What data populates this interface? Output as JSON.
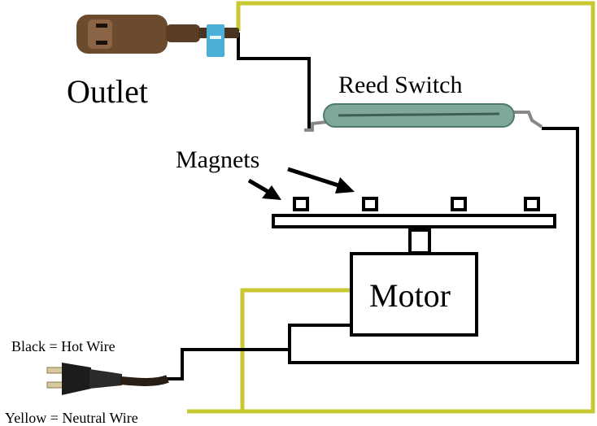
{
  "labels": {
    "outlet": "Outlet",
    "reed_switch": "Reed Switch",
    "magnets": "Magnets",
    "motor": "Motor",
    "black_wire": "Black = Hot Wire",
    "yellow_wire": "Yellow = Neutral Wire"
  },
  "colors": {
    "hot_wire": "#000000",
    "neutral_wire": "#c8c832",
    "outlet_body": "#6b4a2e",
    "reed_glass": "#7fa79a",
    "tag": "#4ab0d8"
  },
  "components": {
    "magnet_count": 4
  }
}
